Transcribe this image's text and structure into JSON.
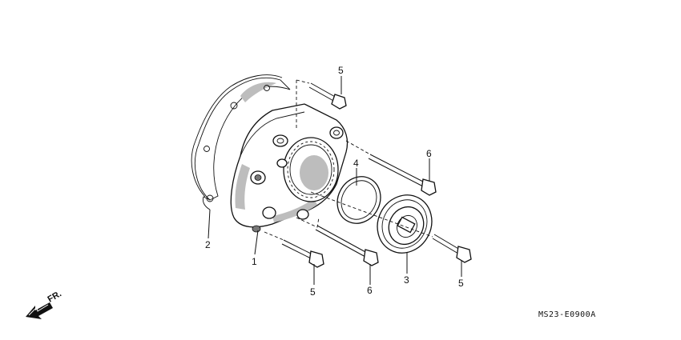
{
  "diagram": {
    "callouts": [
      {
        "id": "c1",
        "text": "1"
      },
      {
        "id": "c2",
        "text": "2"
      },
      {
        "id": "c3",
        "text": "3"
      },
      {
        "id": "c4",
        "text": "4"
      },
      {
        "id": "c5a",
        "text": "5"
      },
      {
        "id": "c5b",
        "text": "5"
      },
      {
        "id": "c5c",
        "text": "5"
      },
      {
        "id": "c6a",
        "text": "6"
      },
      {
        "id": "c6b",
        "text": "6"
      }
    ],
    "direction_label": "FR.",
    "drawing_code": "MS23-E0900A"
  }
}
